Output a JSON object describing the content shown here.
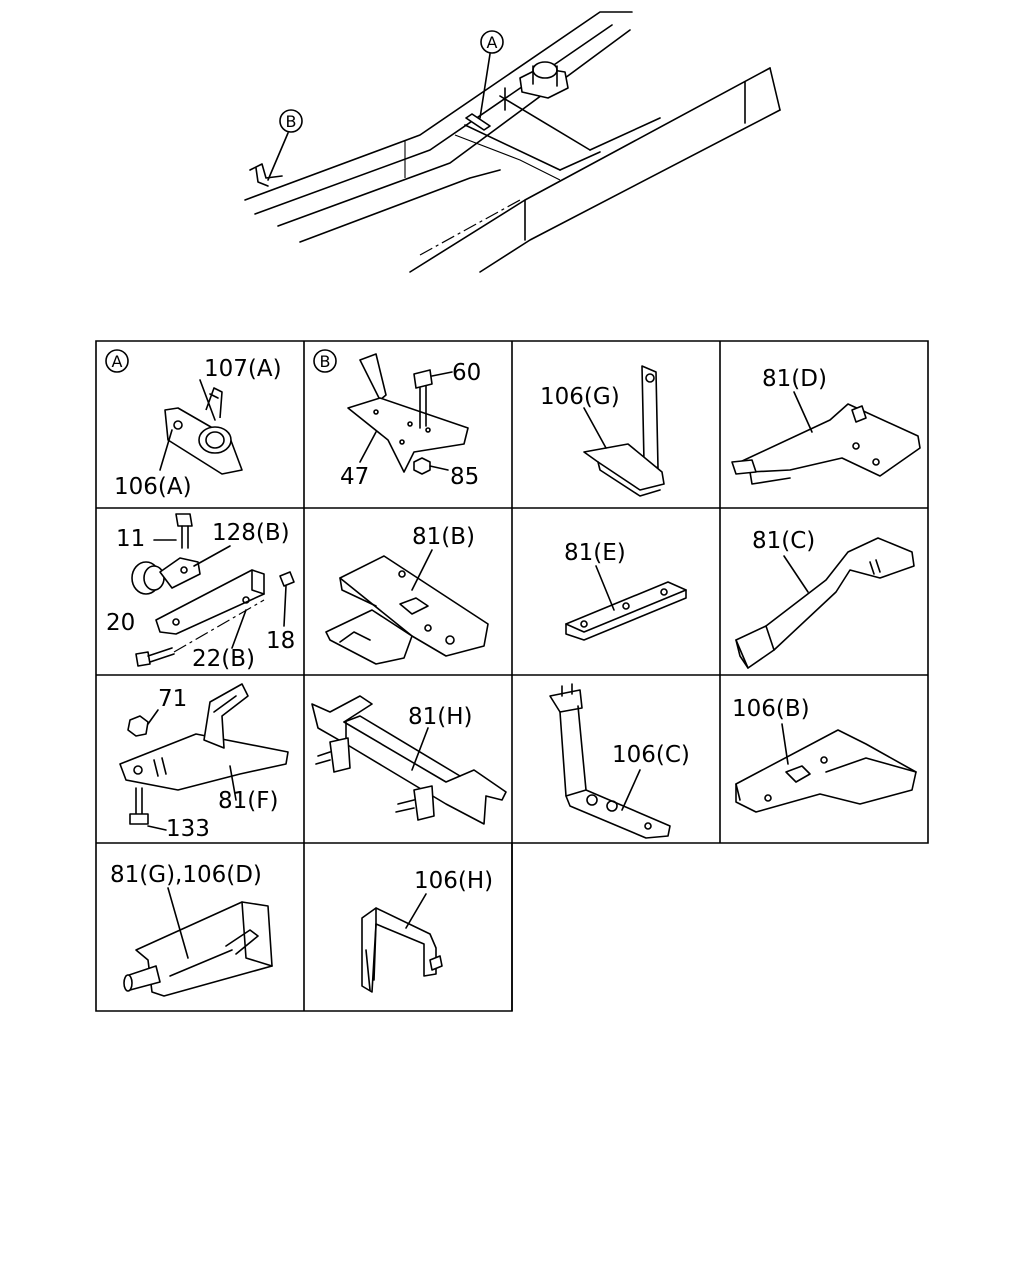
{
  "overview": {
    "callout_a": "A",
    "callout_b": "B"
  },
  "cells": [
    {
      "id": "A",
      "letter": "A",
      "labels": [
        "107(A)",
        "106(A)"
      ]
    },
    {
      "id": "B",
      "letter": "B",
      "labels": [
        "60",
        "47",
        "85"
      ]
    },
    {
      "id": "106G",
      "labels": [
        "106(G)"
      ]
    },
    {
      "id": "81D",
      "labels": [
        "81(D)"
      ]
    },
    {
      "id": "128B",
      "labels": [
        "11",
        "128(B)",
        "20",
        "22(B)",
        "18"
      ]
    },
    {
      "id": "81B",
      "labels": [
        "81(B)"
      ]
    },
    {
      "id": "81E",
      "labels": [
        "81(E)"
      ]
    },
    {
      "id": "81C",
      "labels": [
        "81(C)"
      ]
    },
    {
      "id": "81F",
      "labels": [
        "71",
        "81(F)",
        "133"
      ]
    },
    {
      "id": "81H",
      "labels": [
        "81(H)"
      ]
    },
    {
      "id": "106C",
      "labels": [
        "106(C)"
      ]
    },
    {
      "id": "106B",
      "labels": [
        "106(B)"
      ]
    },
    {
      "id": "81G",
      "labels": [
        "81(G),106(D)"
      ]
    },
    {
      "id": "106H",
      "labels": [
        "106(H)"
      ]
    }
  ]
}
